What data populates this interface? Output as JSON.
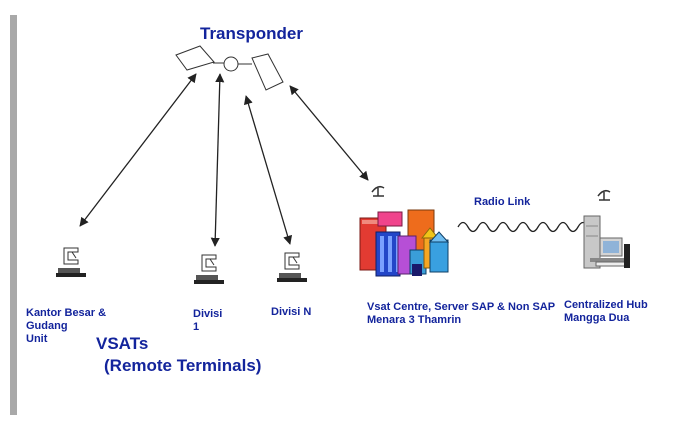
{
  "title": "Transponder",
  "vsats_label": "VSATs",
  "remote_terminals_label": "(Remote Terminals)",
  "radio_link_label": "Radio Link",
  "nodes": [
    {
      "icon": "vsat-terminal-icon",
      "label": "Kantor Besar &\nGudang\nUnit"
    },
    {
      "icon": "vsat-terminal-icon",
      "label": "Divisi\n1"
    },
    {
      "icon": "vsat-terminal-icon",
      "label": "Divisi N"
    },
    {
      "icon": "city-buildings-icon",
      "label": "Vsat Centre, Server SAP & Non SAP\nMenara 3 Thamrin"
    },
    {
      "icon": "computer-workstation-icon",
      "label": "Centralized Hub\nMangga Dua"
    }
  ],
  "colors": {
    "text": "#13249c",
    "sidebar": "#a9a9a9",
    "line": "#222222"
  }
}
